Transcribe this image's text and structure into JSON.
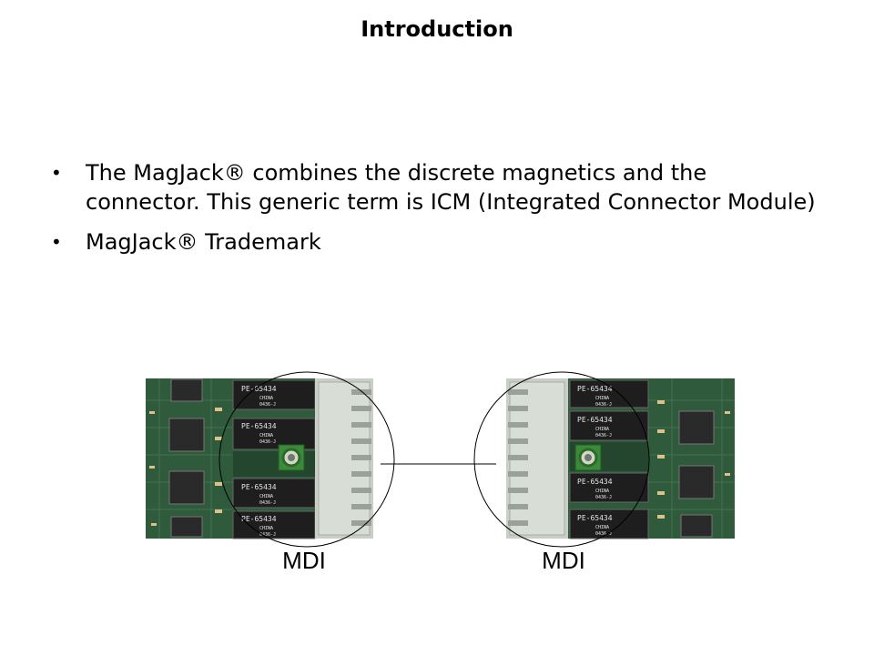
{
  "slide": {
    "title": "Introduction",
    "bullets": [
      {
        "marker": "•",
        "text": "The MagJack® combines the discrete magnetics and the connector.  This generic term is ICM (Integrated Connector Module)"
      },
      {
        "marker": "•",
        "text": "MagJack® Trademark"
      }
    ]
  },
  "figure": {
    "left_label": "MDI",
    "right_label": "MDI",
    "left_photo": {
      "modules": [
        {
          "lines": [
            "PE-65434",
            "CHINA",
            "0436-J"
          ]
        },
        {
          "lines": [
            "PE-65434",
            "CHINA",
            "0436-J"
          ]
        },
        {
          "lines": [
            "PE-65434",
            "CHINA",
            "0436-J"
          ]
        },
        {
          "lines": [
            "PE-65434",
            "CHINA",
            "0436-J"
          ]
        }
      ]
    },
    "right_photo": {
      "modules": [
        {
          "lines": [
            "PE-65434",
            "CHINA",
            "0436-J"
          ]
        },
        {
          "lines": [
            "PE-65434",
            "CHINA",
            "0436-J"
          ]
        },
        {
          "lines": [
            "PE-65434",
            "CHINA",
            "0436-J"
          ]
        },
        {
          "lines": [
            "PE-65434",
            "CHINA",
            "0436-J"
          ]
        }
      ]
    },
    "colors": {
      "pcb_green": "#2f5a3c",
      "pcb_dark": "#1f3f2a",
      "chip": "#2a2a2a",
      "connector_metal": "#c9cfc7",
      "circle_stroke": "#000000"
    }
  }
}
